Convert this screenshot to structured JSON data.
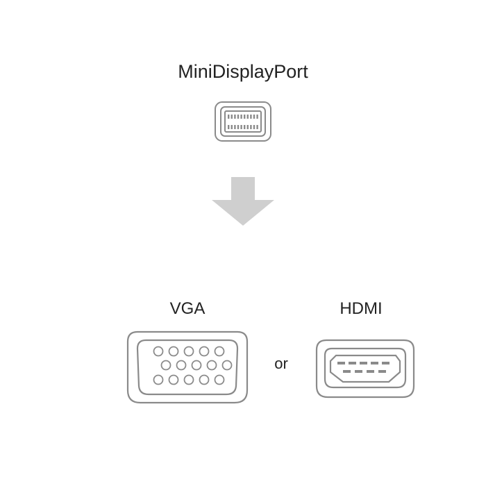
{
  "source": {
    "title": "MiniDisplayPort",
    "icon": "minidisplayport-connector-icon"
  },
  "arrow": {
    "icon": "arrow-down-icon",
    "color": "#cfcfcf"
  },
  "targets": {
    "vga": {
      "label": "VGA",
      "icon": "vga-connector-icon"
    },
    "separator": "or",
    "hdmi": {
      "label": "HDMI",
      "icon": "hdmi-connector-icon"
    }
  },
  "colors": {
    "outline": "#8a8a8a",
    "text": "#222222"
  }
}
